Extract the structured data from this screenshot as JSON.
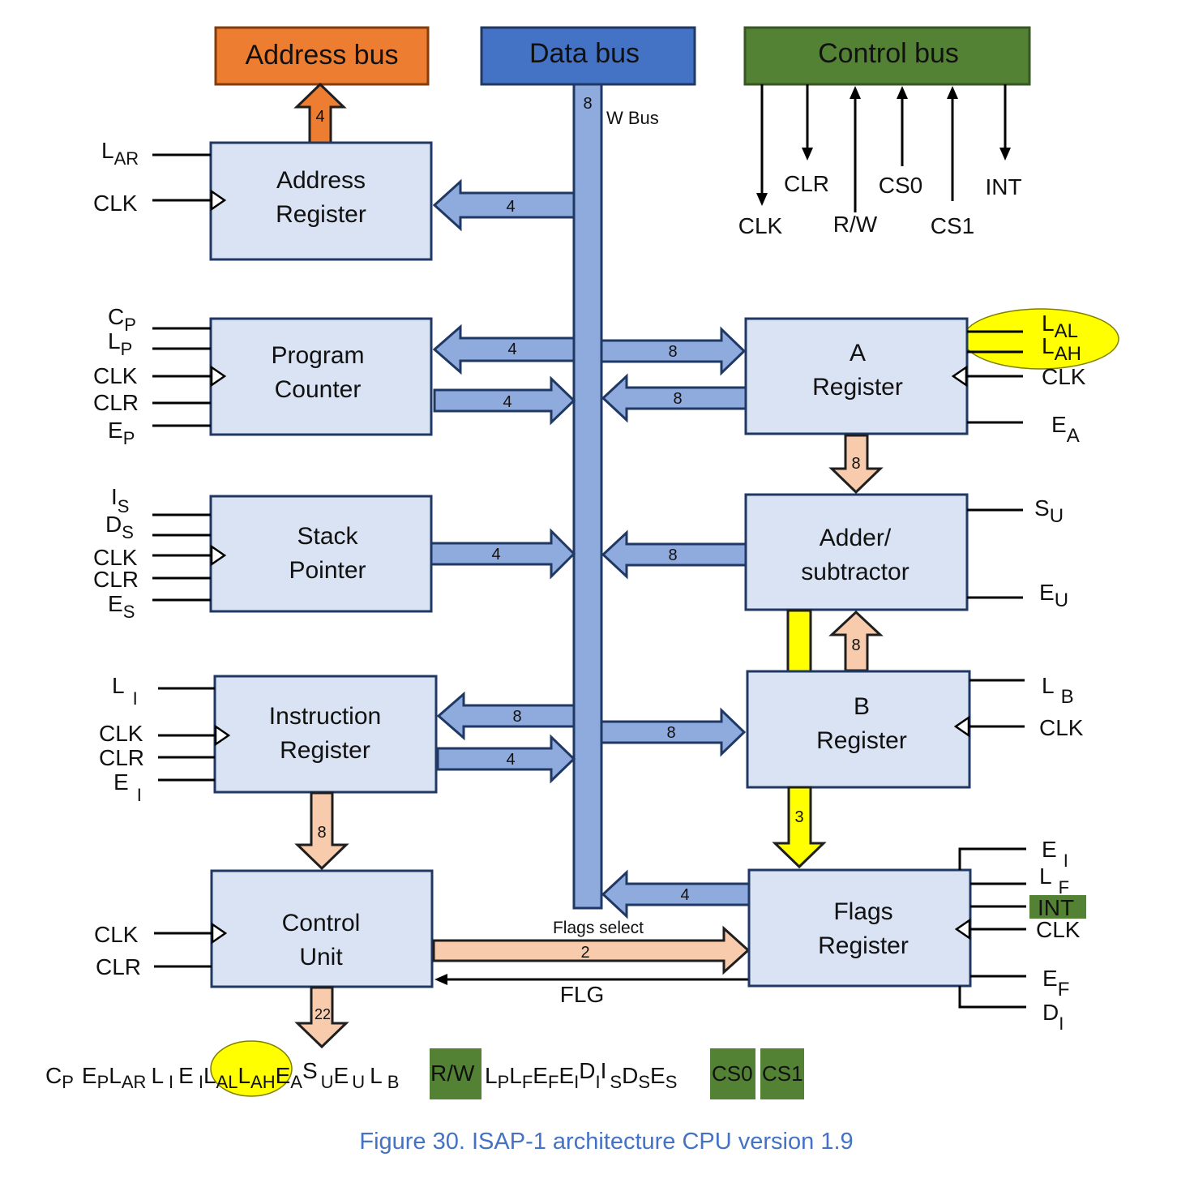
{
  "buses": {
    "address": "Address bus",
    "data": "Data bus",
    "control": "Control bus"
  },
  "labels": {
    "w_bus": "W Bus",
    "w_bus_width": "8",
    "flags_select": "Flags  select",
    "flg": "FLG"
  },
  "blocks": {
    "address_register": [
      "Address",
      "Register"
    ],
    "program_counter": [
      "Program",
      "Counter"
    ],
    "stack_pointer": [
      "Stack",
      "Pointer"
    ],
    "instruction_register": [
      "Instruction",
      "Register"
    ],
    "control_unit": [
      "Control",
      "Unit"
    ],
    "a_register": [
      "A",
      "Register"
    ],
    "adder_subtractor": [
      "Adder/",
      "subtractor"
    ],
    "b_register": [
      "B",
      "Register"
    ],
    "flags_register": [
      "Flags",
      "Register"
    ]
  },
  "control_signals": {
    "clk": "CLK",
    "clr": "CLR",
    "rw": "R/W",
    "cs0": "CS0",
    "cs1": "CS1",
    "int": "INT"
  },
  "signals": {
    "clk": "CLK",
    "clr": "CLR",
    "int": "INT",
    "l": "L",
    "c": "C",
    "e": "E",
    "d": "D",
    "s": "S",
    "i": "I",
    "p": "P",
    "ar": "AR",
    "al": "AL",
    "ah": "AH",
    "a": "A",
    "b": "B",
    "u": "U",
    "f": "F"
  },
  "widths": {
    "address_out": "4",
    "ar_in": "4",
    "pc_in": "4",
    "pc_out": "4",
    "sp_out": "4",
    "ir_in": "8",
    "ir_out": "4",
    "ir_to_cu": "8",
    "cu_out": "22",
    "flags_select": "2",
    "a_in": "8",
    "a_out": "8",
    "a_to_adder": "8",
    "adder_out": "8",
    "b_to_adder": "8",
    "b_in": "8",
    "b_to_flags": "3",
    "flags_out": "4"
  },
  "colors": {
    "address_bus": "#ed7d31",
    "data_bus": "#4472c4",
    "control_bus": "#548235",
    "block_fill": "#dae3f3",
    "wide_arrow": "#8faadc",
    "internal_arrow": "#f8cbad",
    "highlight_yellow": "#ffff00",
    "caption": "#4472c4"
  },
  "caption": "Figure 30.  ISAP-1 architecture CPU version 1.9"
}
